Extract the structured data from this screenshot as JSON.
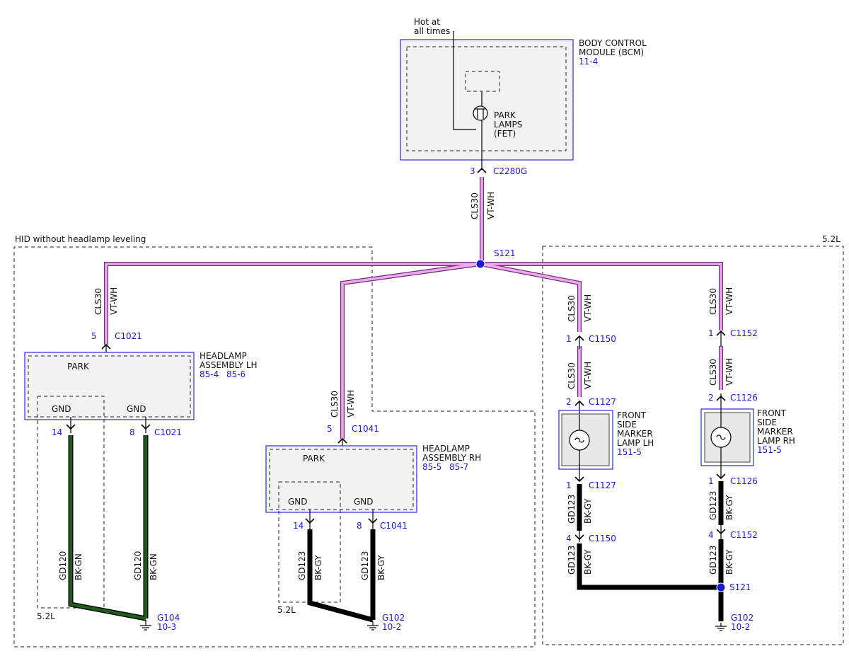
{
  "bcm": {
    "power_note": [
      "Hot at",
      "all times"
    ],
    "name": [
      "BODY CONTROL",
      "MODULE (BCM)"
    ],
    "ref": "11-4",
    "fet_label": [
      "PARK",
      "LAMPS",
      "(FET)"
    ],
    "pin": "3",
    "connector": "C2280G"
  },
  "regions": {
    "hid_label": "HID without headlamp leveling",
    "engine_label_top": "5.2L",
    "engine_label_lh": "5.2L",
    "engine_label_rh": "5.2L"
  },
  "wires": {
    "park_circuit": "CLS30",
    "park_color": "VT-WH",
    "gnd_lh_circuit": "GD120",
    "gnd_lh_color": "BK-GN",
    "gnd_circuit": "GD123",
    "gnd_color": "BK-GY"
  },
  "splices": {
    "main": "S121",
    "ground": "S121"
  },
  "headlamp_lh": {
    "name": [
      "HEADLAMP",
      "ASSEMBLY LH"
    ],
    "refs": [
      "85-4",
      "85-6"
    ],
    "park_label": "PARK",
    "gnd_left": "GND",
    "gnd_right": "GND",
    "in_pin": "5",
    "in_connector": "C1021",
    "gnd_pin_a": "14",
    "gnd_pin_b": "8",
    "gnd_connector": "C1021",
    "ground_id": "G104",
    "ground_ref": "10-3"
  },
  "headlamp_rh": {
    "name": [
      "HEADLAMP",
      "ASSEMBLY RH"
    ],
    "refs": [
      "85-5",
      "85-7"
    ],
    "park_label": "PARK",
    "gnd_left": "GND",
    "gnd_right": "GND",
    "in_pin": "5",
    "in_connector": "C1041",
    "gnd_pin_a": "14",
    "gnd_pin_b": "8",
    "gnd_connector": "C1041",
    "ground_id": "G102",
    "ground_ref": "10-2"
  },
  "marker_lh": {
    "name": [
      "FRONT",
      "SIDE",
      "MARKER",
      "LAMP LH"
    ],
    "ref": "151-5",
    "c1_pin": "1",
    "c1_connector": "C1150",
    "c2_pin": "2",
    "c2_connector": "C1127",
    "c3_pin": "1",
    "c3_connector": "C1127",
    "c4_pin": "4",
    "c4_connector": "C1150"
  },
  "marker_rh": {
    "name": [
      "FRONT",
      "SIDE",
      "MARKER",
      "LAMP RH"
    ],
    "ref": "151-5",
    "c1_pin": "1",
    "c1_connector": "C1152",
    "c2_pin": "2",
    "c2_connector": "C1126",
    "c3_pin": "1",
    "c3_connector": "C1126",
    "c4_pin": "4",
    "c4_connector": "C1152",
    "ground_id": "G102",
    "ground_ref": "10-2"
  }
}
